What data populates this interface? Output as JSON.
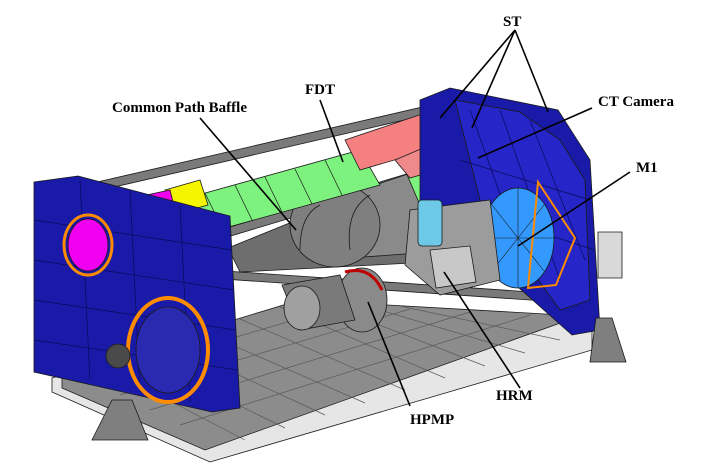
{
  "labels": {
    "st": "ST",
    "fdt": "FDT",
    "common_path_baffle": "Common Path Baffle",
    "ct_camera": "CT Camera",
    "m1": "M1",
    "hrm": "HRM",
    "hpmp": "HPMP"
  },
  "colors": {
    "frame_blue": "#1a1aa8",
    "fdt_green": "#7ef27e",
    "st_pink": "#f58080",
    "magenta": "#f000f0",
    "yellow": "#f5f500",
    "orange": "#ff8c00",
    "m1_blue": "#3399ff",
    "grey_body": "#7f7f7f",
    "floor": "#9a9a9a"
  }
}
